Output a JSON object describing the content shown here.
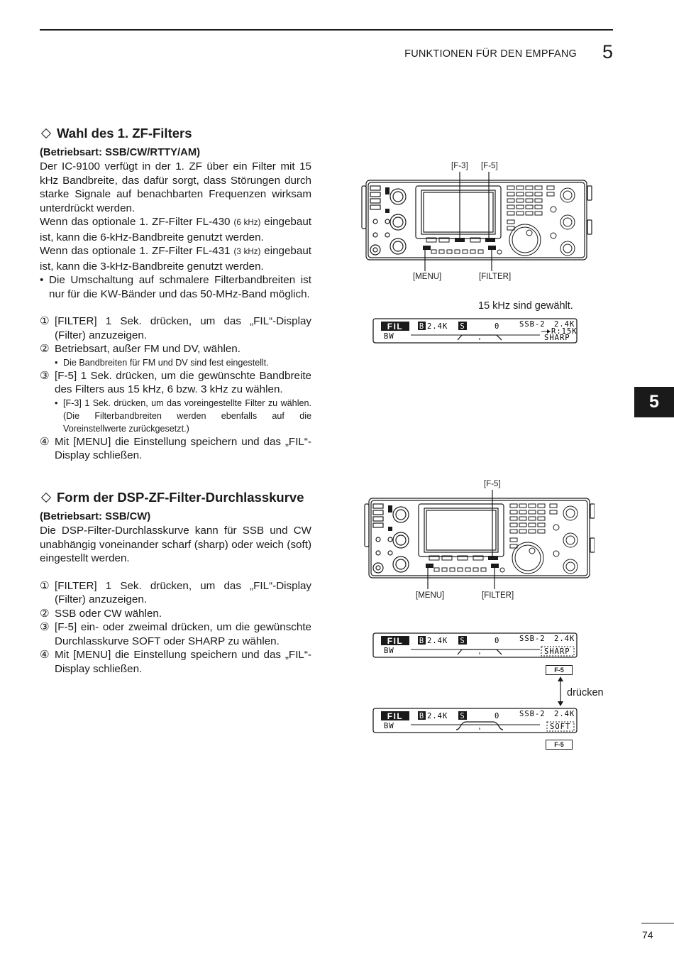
{
  "header": {
    "title": "FUNKTIONEN FÜR DEN EMPFANG",
    "chapter": "5"
  },
  "side_tab": "5",
  "page_number": "74",
  "section1": {
    "title": "Wahl des 1. ZF-Filters",
    "mode": "(Betriebsart: SSB/CW/RTTY/AM)",
    "para1": "Der IC-9100 verfügt in der 1. ZF über ein Filter mit 15 kHz Bandbreite, das dafür sorgt, dass Störungen durch starke Signale auf benachbarten Frequenzen wirksam unterdrückt werden.",
    "para2_a": "Wenn das optionale 1. ZF-Filter FL-430",
    "para2_small": "(6 kHz)",
    "para2_b": "eingebaut ist, kann die 6-kHz-Bandbreite genutzt werden.",
    "para3_a": "Wenn das optionale 1. ZF-Filter FL-431",
    "para3_small": "(3 kHz)",
    "para3_b": "eingebaut ist, kann die 3-kHz-Bandbreite genutzt werden.",
    "bullet": "Die Umschaltung auf schmalere Filterbandbreiten ist nur für die KW-Bänder und das 50-MHz-Band möglich.",
    "steps": [
      {
        "n": "①",
        "text": "[FILTER] 1 Sek. drücken, um das „FIL“-Display (Filter) anzuzeigen."
      },
      {
        "n": "②",
        "text": "Betriebsart, außer FM und DV, wählen."
      },
      {
        "n": "③",
        "text": "[F-5] 1 Sek. drücken, um die gewünschte Bandbreite des Filters aus 15 kHz, 6 bzw. 3 kHz zu wählen."
      },
      {
        "n": "④",
        "text": "Mit [MENU] die Einstellung speichern und das „FIL“-Display schließen."
      }
    ],
    "note2": "Die Bandbreiten für FM und DV sind fest eingestellt.",
    "note3": "[F-3] 1 Sek. drücken, um das voreingestellte Filter zu wählen. (Die Filterbandbreiten werden ebenfalls auf die Voreinstellwerte zurückgesetzt.)"
  },
  "section2": {
    "title": "Form der DSP-ZF-Filter-Durchlasskurve",
    "mode": "(Betriebsart: SSB/CW)",
    "para": "Die DSP-Filter-Durchlasskurve kann für SSB und CW unabhängig voneinander scharf (sharp) oder weich (soft) eingestellt werden.",
    "steps": [
      {
        "n": "①",
        "text": "[FILTER] 1 Sek. drücken, um das „FIL“-Display (Filter) anzuzeigen."
      },
      {
        "n": "②",
        "text": "SSB oder CW wählen."
      },
      {
        "n": "③",
        "text": "[F-5] ein- oder zweimal drücken, um die gewünschte Durchlasskurve SOFT oder SHARP zu wählen."
      },
      {
        "n": "④",
        "text": "Mit [MENU] die Einstellung speichern und das „FIL“-Display schließen."
      }
    ]
  },
  "figure1": {
    "label_f3": "[F-3]",
    "label_f5": "[F-5]",
    "label_menu": "[MENU]",
    "label_filter": "[FILTER]",
    "caption": "15 kHz sind gewählt."
  },
  "lcd1": {
    "fil": "FIL",
    "bw": "BW",
    "b_box": "B",
    "bw_value": "2.4K",
    "s_box": "S",
    "zero": "0",
    "mode": "SSB-2",
    "width": "2.4K",
    "roof": "R:15K",
    "shape": "SHARP"
  },
  "figure2": {
    "label_f5": "[F-5]",
    "label_menu": "[MENU]",
    "label_filter": "[FILTER]"
  },
  "lcd2": {
    "fil": "FIL",
    "bw": "BW",
    "b_box": "B",
    "bw_value": "2.4K",
    "s_box": "S",
    "zero": "0",
    "mode": "SSB-2",
    "width": "2.4K",
    "shape": "SHARP"
  },
  "lcd3": {
    "fil": "FIL",
    "bw": "BW",
    "b_box": "B",
    "bw_value": "2.4K",
    "s_box": "S",
    "zero": "0",
    "mode": "SSB-2",
    "width": "2.4K",
    "shape": "SOFT"
  },
  "toggle": {
    "key": "F-5",
    "caption": "drücken"
  }
}
